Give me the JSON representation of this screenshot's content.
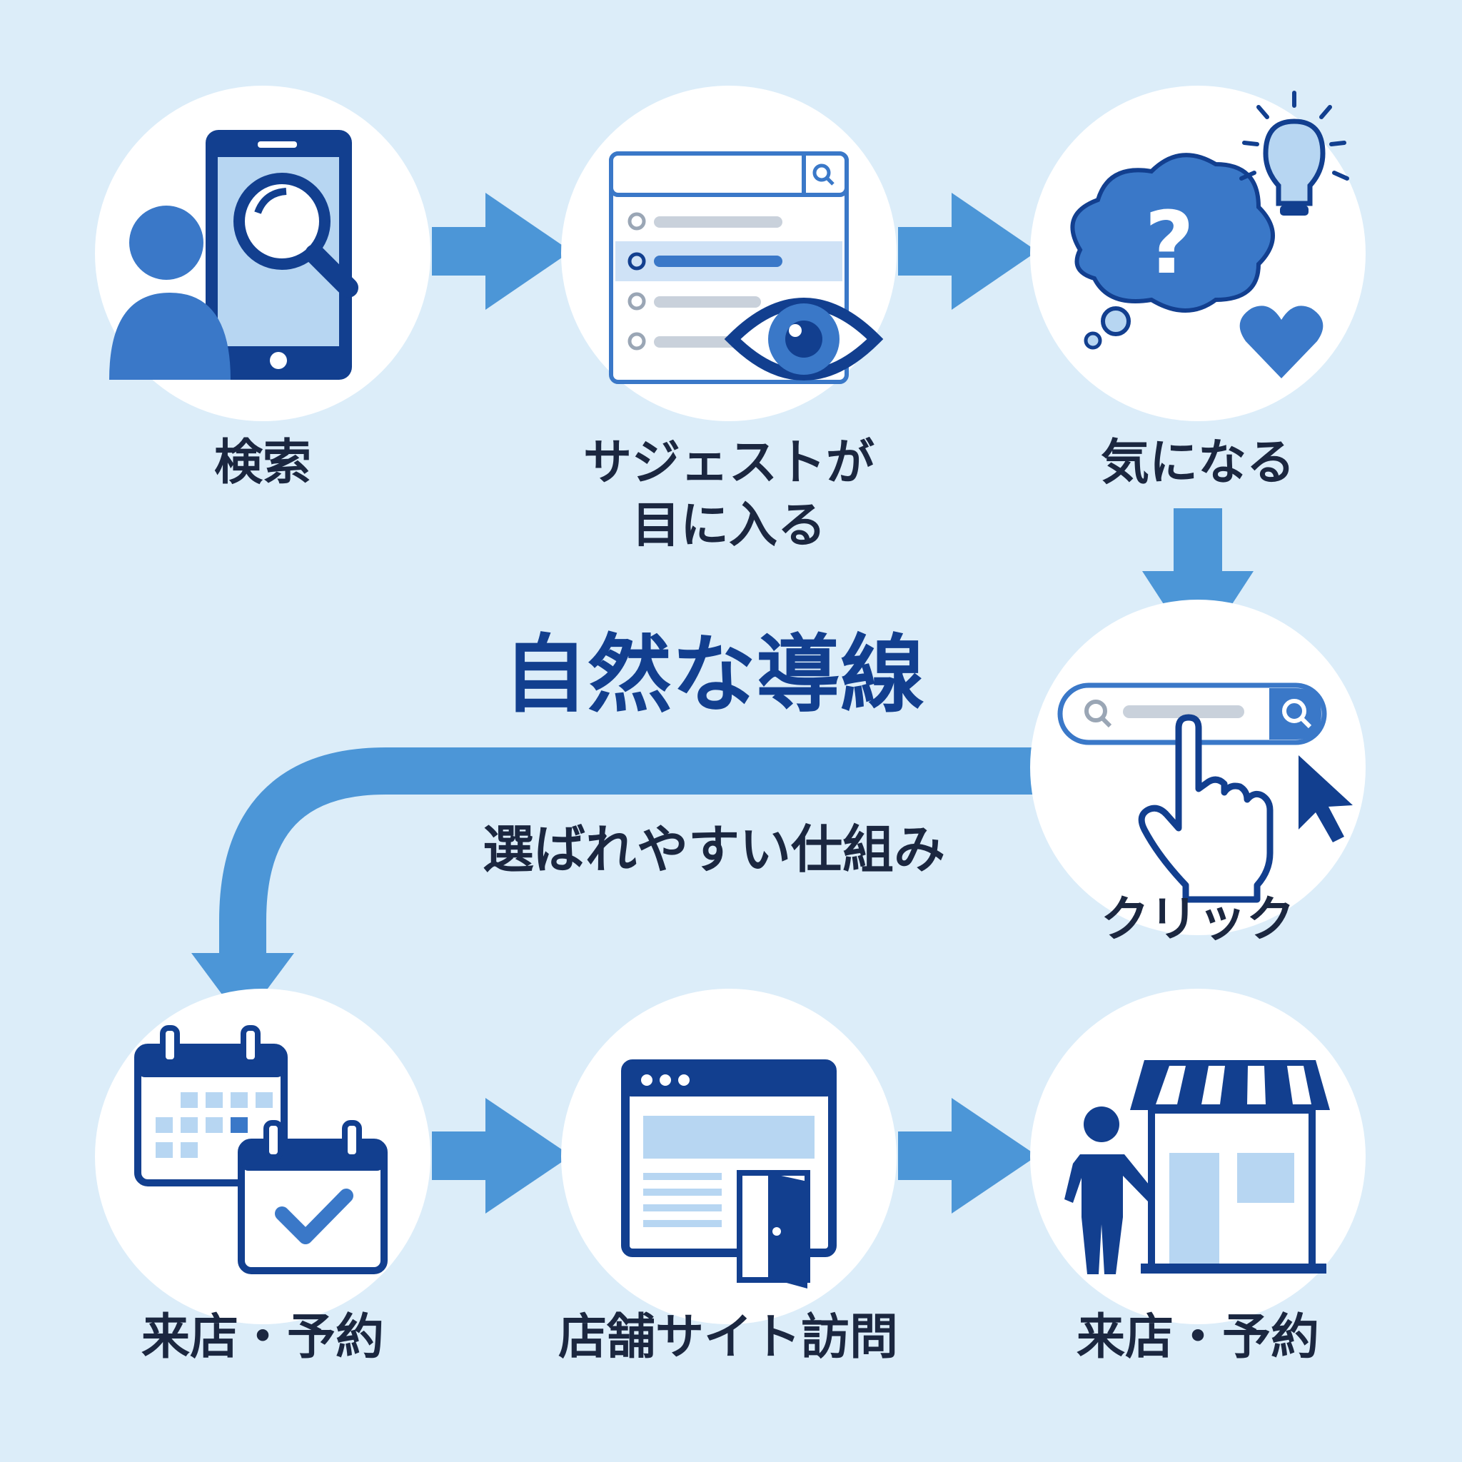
{
  "diagram": {
    "title": "自然な導線",
    "subtitle": "選ばれやすい仕組み",
    "steps": [
      {
        "label": "検索",
        "icon": "person-phone-search-icon"
      },
      {
        "label": "サジェストが\n目に入る",
        "icon": "suggest-list-eye-icon"
      },
      {
        "label": "気になる",
        "icon": "thought-question-bulb-heart-icon"
      },
      {
        "label": "クリック",
        "icon": "search-bar-click-icon"
      },
      {
        "label": "来店・予約",
        "icon": "calendar-check-icon"
      },
      {
        "label": "店舗サイト訪問",
        "icon": "website-door-icon"
      },
      {
        "label": "来店・予約",
        "icon": "person-storefront-icon"
      }
    ],
    "colors": {
      "background": "#dcedf9",
      "navy": "#123f8f",
      "mid_blue": "#3a78c8",
      "arrow_blue": "#4c96d7",
      "light_blue": "#b7d6f2",
      "text": "#1b2740"
    }
  }
}
